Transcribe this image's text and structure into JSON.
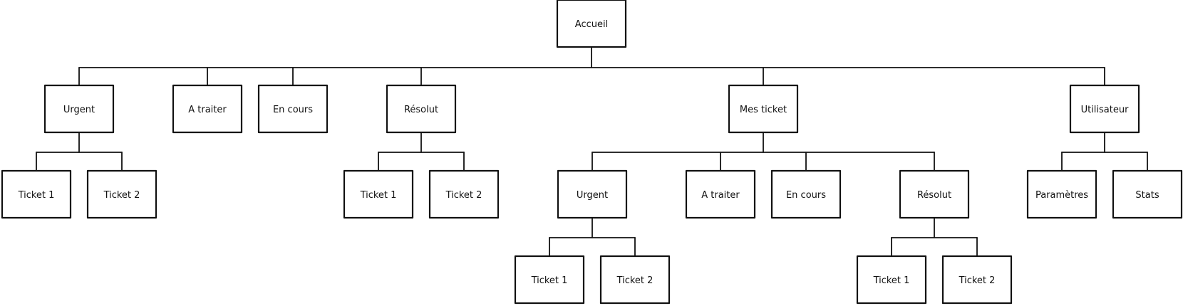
{
  "sitemap": {
    "root": {
      "label": "Accueil"
    },
    "level1": [
      {
        "id": "urgent",
        "label": "Urgent"
      },
      {
        "id": "a-traiter",
        "label": "A traiter"
      },
      {
        "id": "en-cours",
        "label": "En cours"
      },
      {
        "id": "resolut",
        "label": "Résolut"
      },
      {
        "id": "mes-ticket",
        "label": "Mes ticket"
      },
      {
        "id": "utilisateur",
        "label": "Utilisateur"
      }
    ],
    "urgent_children": [
      {
        "label": "Ticket 1"
      },
      {
        "label": "Ticket 2"
      }
    ],
    "resolut_children": [
      {
        "label": "Ticket 1"
      },
      {
        "label": "Ticket 2"
      }
    ],
    "mes_ticket_children": [
      {
        "id": "mt-urgent",
        "label": "Urgent"
      },
      {
        "id": "mt-a-traiter",
        "label": "A traiter"
      },
      {
        "id": "mt-en-cours",
        "label": "En cours"
      },
      {
        "id": "mt-resolut",
        "label": "Résolut"
      }
    ],
    "mt_urgent_children": [
      {
        "label": "Ticket 1"
      },
      {
        "label": "Ticket 2"
      }
    ],
    "mt_resolut_children": [
      {
        "label": "Ticket 1"
      },
      {
        "label": "Ticket 2"
      }
    ],
    "utilisateur_children": [
      {
        "label": "Paramètres"
      },
      {
        "label": "Stats"
      }
    ]
  }
}
